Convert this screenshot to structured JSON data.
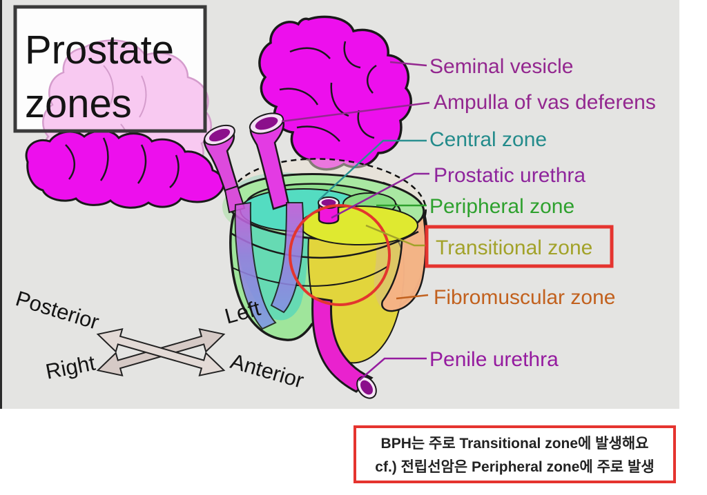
{
  "title_box": {
    "line1": "Prostate",
    "line2": "zones"
  },
  "labels": {
    "seminal_vesicle": {
      "text": "Seminal vesicle",
      "color": "#93278F"
    },
    "ampulla": {
      "text": "Ampulla of vas deferens",
      "color": "#93278F"
    },
    "central_zone": {
      "text": "Central zone",
      "color": "#238B8B"
    },
    "prostatic_urethra": {
      "text": "Prostatic urethra",
      "color": "#8E259C"
    },
    "peripheral_zone": {
      "text": "Peripheral zone",
      "color": "#2EA12E"
    },
    "transitional_zone": {
      "text": "Transitional zone",
      "color": "#A2A229",
      "highlighted": "red box"
    },
    "fibromuscular_zone": {
      "text": "Fibromuscular zone",
      "color": "#C2611E"
    },
    "penile_urethra": {
      "text": "Penile urethra",
      "color": "#951B9F"
    }
  },
  "compass": {
    "top_left": "Posterior",
    "top_right": "Left",
    "bottom_left": "Right",
    "bottom_right": "Anterior"
  },
  "note_box": {
    "line1": "BPH는 주로 Transitional zone에 발생해요",
    "line2": "cf.) 전립선암은 Peripheral zone에 주로 발생",
    "border_color": "#E5342F"
  },
  "colors": {
    "background_panel": "#E4E4E2",
    "seminal_vesicle_fill": "#ED0FED",
    "pale_vesicle_fill": "#F8C9F1",
    "central_zone_fill": "#54DCC1",
    "peripheral_zone_fill": "#A9E8A2",
    "transitional_zone_fill": "#DFE930",
    "fibromuscular_zone_fill": "#F5B286",
    "duct_opening": "#8B0F8B",
    "highlight_circle": "#E3362E"
  }
}
